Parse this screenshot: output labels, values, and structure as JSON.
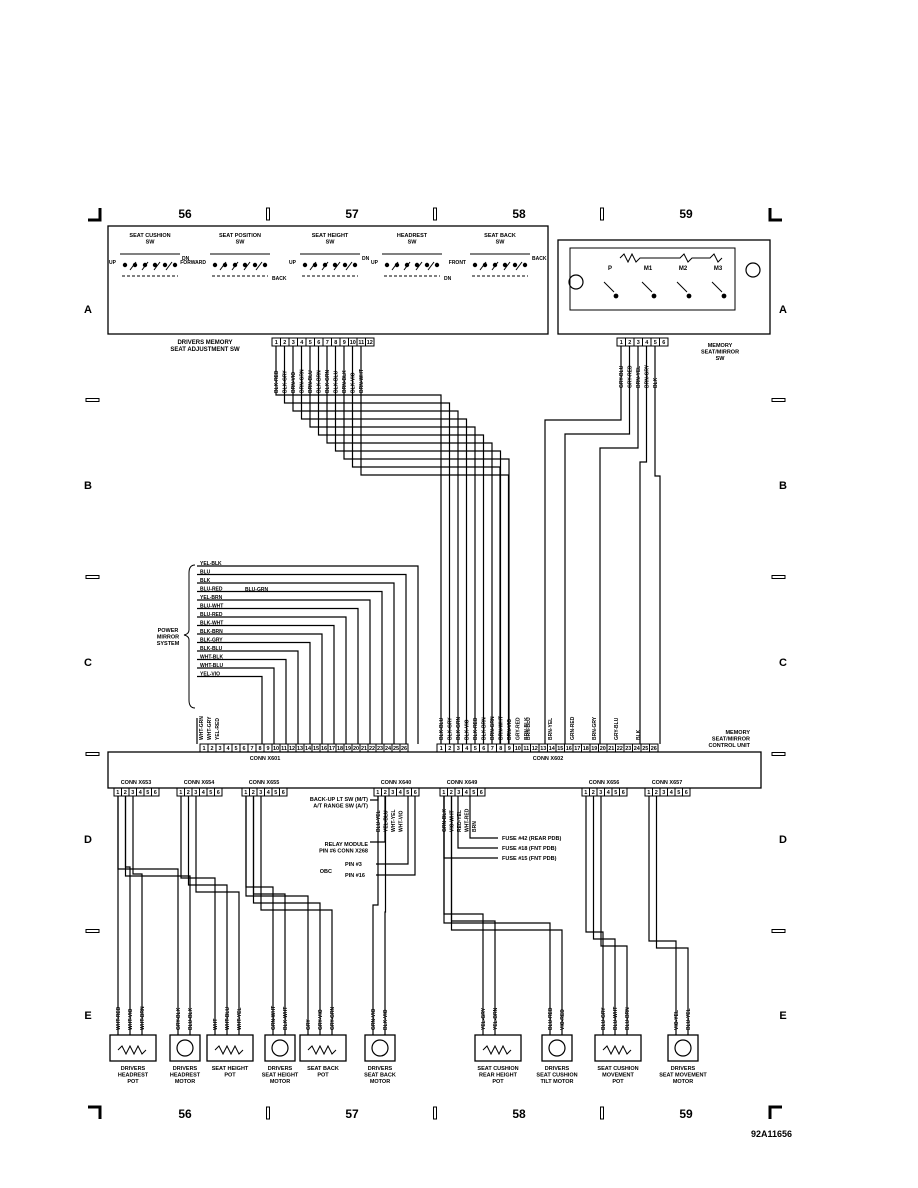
{
  "zones": [
    "56",
    "57",
    "58",
    "59"
  ],
  "rows": [
    "A",
    "B",
    "C",
    "D",
    "E"
  ],
  "figure_id": "92A11656",
  "seat_switch": {
    "title": "DRIVERS MEMORY\nSEAT ADJUSTMENT SW",
    "switches": [
      {
        "name": "SEAT CUSHION\nSW",
        "left": "UP",
        "right": "DN"
      },
      {
        "name": "SEAT POSITION\nSW",
        "left": "FORWARD",
        "right": "BACK"
      },
      {
        "name": "SEAT HEIGHT\nSW",
        "left": "UP",
        "right": "DN"
      },
      {
        "name": "HEADREST\nSW",
        "left": "UP",
        "right": "DN"
      },
      {
        "name": "SEAT BACK\nSW",
        "left": "FRONT",
        "right": "BACK"
      }
    ],
    "pins": [
      "1",
      "2",
      "3",
      "4",
      "5",
      "6",
      "7",
      "8",
      "9",
      "10",
      "11",
      "12"
    ],
    "wires": [
      "BLK-RED",
      "BLK-GRY",
      "BRN-VIO",
      "BRN-GRN",
      "BRN-BLU",
      "BLK-BRN",
      "BLK-GRN",
      "BLK-BLU",
      "BRN-BLK",
      "BLK-VIO",
      "BRN-WHT"
    ]
  },
  "mirror_switch": {
    "title": "MEMORY\nSEAT/MIRROR\nSW",
    "positions": [
      "P",
      "M1",
      "M2",
      "M3"
    ],
    "pins": [
      "1",
      "2",
      "3",
      "4",
      "5",
      "6"
    ],
    "wires": [
      "GRY-BLU",
      "GRY-RED",
      "BRN-YEL",
      "BRN-GRY",
      "BLK"
    ]
  },
  "power_mirror": {
    "label": "POWER\nMIRROR\nSYSTEM",
    "wires": [
      "YEL-BLK",
      "BLU",
      "BLK",
      "BLU-RED",
      "YEL-BRN",
      "BLU-WHT",
      "BLU-RED",
      "BLK-WHT",
      "BLK-BRN",
      "BLK-GRY",
      "BLK-BLU",
      "WHT-BLK",
      "WHT-BLU",
      "YEL-VIO"
    ],
    "extra": "BLU-GRN"
  },
  "conn_x601": {
    "name": "CONN X601",
    "pins": [
      "1",
      "2",
      "3",
      "4",
      "5",
      "6",
      "7",
      "8",
      "9",
      "10",
      "11",
      "12",
      "13",
      "14",
      "15",
      "16",
      "17",
      "18",
      "19",
      "20",
      "21",
      "22",
      "23",
      "24",
      "25",
      "26"
    ],
    "wires": [
      "WHT-GRN",
      "WHT-GRY",
      "YEL-RED"
    ]
  },
  "conn_x602": {
    "name": "CONN X602",
    "pins": [
      "1",
      "2",
      "3",
      "4",
      "5",
      "6",
      "7",
      "8",
      "9",
      "10",
      "11",
      "12",
      "13",
      "14",
      "15",
      "16",
      "17",
      "18",
      "19",
      "20",
      "21",
      "22",
      "23",
      "24",
      "25",
      "26"
    ],
    "wires": [
      "BLK-BLU",
      "BLK-GRY",
      "BLK-GRN",
      "BLK-VIO",
      "BLK-RED",
      "BLK-BRN",
      "BRN-GRN",
      "BRN-WHT",
      "BRN-VIO",
      "GRY-RED",
      "BRN-BLK",
      "BRN-BLU",
      "BRN-YEL",
      "GRN-RED",
      "BRN-GRY",
      "GRY-BLU",
      "BLK"
    ]
  },
  "control_unit": "MEMORY\nSEAT/MIRROR\nCONTROL UNIT",
  "lower_connectors": [
    {
      "name": "CONN X653",
      "pins": [
        "1",
        "2",
        "3",
        "4",
        "5",
        "6"
      ]
    },
    {
      "name": "CONN X654",
      "pins": [
        "1",
        "2",
        "3",
        "4",
        "5",
        "6"
      ]
    },
    {
      "name": "CONN X655",
      "pins": [
        "1",
        "2",
        "3",
        "4",
        "5",
        "6"
      ]
    },
    {
      "name": "CONN X640",
      "pins": [
        "1",
        "2",
        "3",
        "4",
        "5",
        "6"
      ]
    },
    {
      "name": "CONN X649",
      "pins": [
        "1",
        "2",
        "3",
        "4",
        "5",
        "6"
      ]
    },
    {
      "name": "CONN X656",
      "pins": [
        "1",
        "2",
        "3",
        "4",
        "5",
        "6"
      ]
    },
    {
      "name": "CONN X657",
      "pins": [
        "1",
        "2",
        "3",
        "4",
        "5",
        "6"
      ]
    }
  ],
  "x640_wires": [
    "BLU-YEL",
    "YEL-BLU",
    "WHT-YEL",
    "WHT-VIO"
  ],
  "x649_wires": [
    "GRN-BLK",
    "VIO-WHT",
    "RED-YEL",
    "WHT-RED",
    "BRN"
  ],
  "references": {
    "backup": "BACK-UP LT SW (M/T)\nA/T RANGE SW (A/T)",
    "relay": "RELAY MODULE\nPIN #6 CONN X268",
    "obc": "OBC",
    "pin3": "PIN #3",
    "pin16": "PIN #16",
    "fuse42": "FUSE #42 (REAR PDB)",
    "fuse18": "FUSE #18 (FNT PDB)",
    "fuse15": "FUSE #15 (FNT PDB)"
  },
  "components": [
    {
      "name": "DRIVERS\nHEADREST\nPOT",
      "type": "pot",
      "wires": [
        "WHT-RED",
        "WHT-VIO",
        "WHT-BRN"
      ]
    },
    {
      "name": "DRIVERS\nHEADREST\nMOTOR",
      "type": "motor",
      "wires": [
        "GRY-BLK",
        "BLU-BLK"
      ]
    },
    {
      "name": "SEAT HEIGHT\nPOT",
      "type": "pot",
      "wires": [
        "WHT",
        "WHT-BLU",
        "WHT-YEL"
      ]
    },
    {
      "name": "DRIVERS\nSEAT HEIGHT\nMOTOR",
      "type": "motor",
      "wires": [
        "GRN-WHT",
        "BLK-WHT"
      ]
    },
    {
      "name": "SEAT BACK\nPOT",
      "type": "pot",
      "wires": [
        "GRY",
        "GRY-VIO",
        "GRY-GRN"
      ]
    },
    {
      "name": "DRIVERS\nSEAT BACK\nMOTOR",
      "type": "motor",
      "wires": [
        "GRN-VIO",
        "BLK-VIO"
      ]
    },
    {
      "name": "SEAT CUSHION\nREAR HEIGHT\nPOT",
      "type": "pot",
      "wires": [
        "YEL-GRY",
        "YEL-BRN"
      ]
    },
    {
      "name": "DRIVERS\nSEAT CUSHION\nTILT MOTOR",
      "type": "motor",
      "wires": [
        "BLU-RED",
        "VIO-RED"
      ]
    },
    {
      "name": "SEAT CUSHION\nMOVEMENT\nPOT",
      "type": "pot",
      "wires": [
        "BLU-GRY",
        "BLU-WHT",
        "BLU-BRN"
      ]
    },
    {
      "name": "DRIVERS\nSEAT MOVEMENT\nMOTOR",
      "type": "motor",
      "wires": [
        "VIO-YEL",
        "BLU-YEL"
      ]
    }
  ]
}
